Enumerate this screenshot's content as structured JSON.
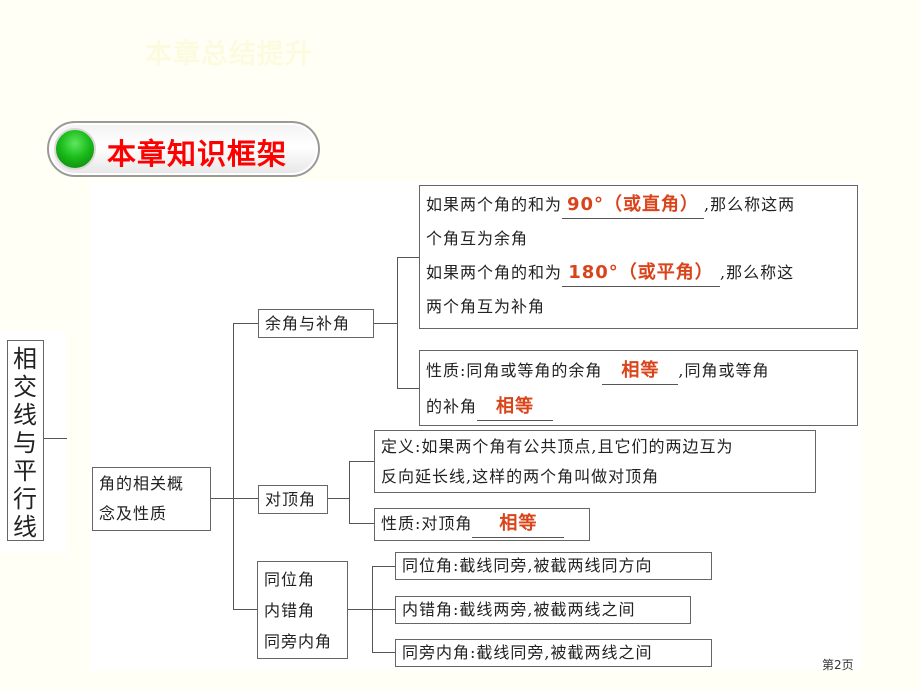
{
  "slide": {
    "watermark_title": "本章总结提升",
    "section_label": "本章知识框架",
    "page_number": "第2页",
    "colors": {
      "section_label": "#FF0000",
      "answer": "#D9441A",
      "pill_dot": "#1BBD1B"
    }
  },
  "mindmap": {
    "root": "相交线与平行线",
    "level1": "角的相关概念及性质",
    "level1_line1": "角的相关概",
    "level1_line2": "念及性质",
    "branches": {
      "complementary": {
        "label": "余角与补角",
        "box1": {
          "line1_prefix": "如果两个角的和为",
          "line1_answer": "90°（或直角）",
          "line1_suffix": ",那么称这两",
          "line2": "个角互为余角",
          "line3_prefix": "如果两个角的和为",
          "line3_answer": "180°（或平角）",
          "line3_suffix": ",那么称这",
          "line4": "两个角互为补角"
        },
        "box2": {
          "line1_prefix": "性质:同角或等角的余角",
          "line1_answer": "相等",
          "line1_suffix": ",同角或等角",
          "line2_prefix": "的补角",
          "line2_answer": "相等"
        }
      },
      "vertical": {
        "label": "对顶角",
        "definition_line1": "定义:如果两个角有公共顶点,且它们的两边互为",
        "definition_line2": "反向延长线,这样的两个角叫做对顶角",
        "property_prefix": "性质:对顶角",
        "property_answer": "相等"
      },
      "transversal": {
        "labels": [
          "同位角",
          "内错角",
          "同旁内角"
        ],
        "items": [
          "同位角:截线同旁,被截两线同方向",
          "内错角:截线两旁,被截两线之间",
          "同旁内角:截线同旁,被截两线之间"
        ]
      }
    }
  }
}
